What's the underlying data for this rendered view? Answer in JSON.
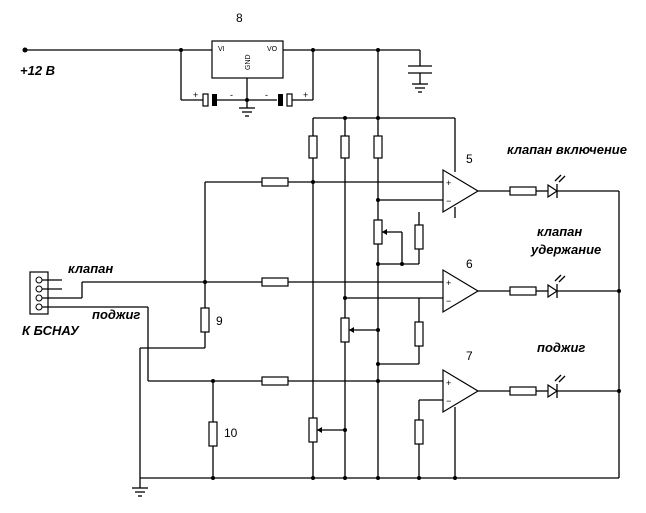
{
  "labels": {
    "power": "+12 В",
    "valve_on": "клапан включение",
    "valve_hold_1": "клапан",
    "valve_hold_2": "удержание",
    "ignition_right": "поджиг",
    "connector_valve": "клапан",
    "connector_ignition": "поджиг",
    "connector_name": "К БСНАУ"
  },
  "numbers": {
    "regulator": "8",
    "opamp_1": "5",
    "opamp_2": "6",
    "opamp_3": "7",
    "resistor_9": "9",
    "resistor_10": "10"
  },
  "regulator_pins": {
    "vi": "VI",
    "vo": "VO",
    "gnd": "GND"
  },
  "opamp_signs": {
    "plus": "+",
    "minus": "−"
  },
  "cap_marks": {
    "plus": "+",
    "minus": "-"
  }
}
